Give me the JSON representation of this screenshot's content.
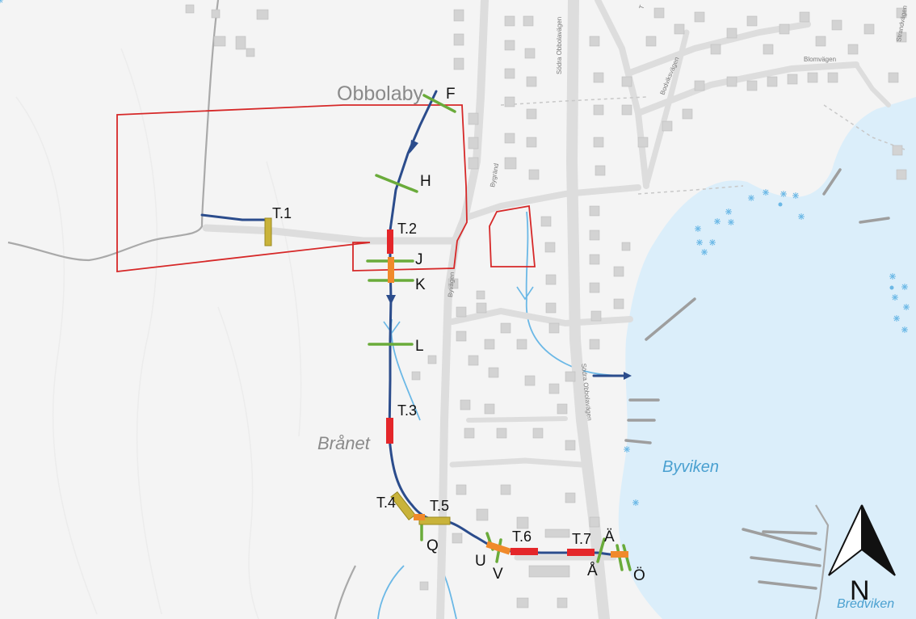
{
  "places": {
    "obbolaby": "Obbolaby",
    "branet": "Brånet",
    "byviken": "Byviken",
    "bredviken": "Bredviken"
  },
  "streets": {
    "sodra_obbolavagen_top": "Södra Obbolavägen",
    "sodra_obbolavagen_mid": "Södra Obbolavägen",
    "bygrand": "Bygränd",
    "byvagen": "Byvägen",
    "bodviksvagen": "Bodviksvägen",
    "blomvagen": "Blomvägen",
    "strandvagen": "Strandvägen",
    "t_top": "T"
  },
  "sections": {
    "F": "F",
    "H": "H",
    "J": "J",
    "K": "K",
    "L": "L",
    "Q": "Q",
    "U": "U",
    "V": "V",
    "AA": "Å",
    "AE": "Ä",
    "OE": "Ö"
  },
  "points": {
    "T1": "T.1",
    "T2": "T.2",
    "T3": "T.3",
    "T4": "T.4",
    "T5": "T.5",
    "T6": "T.6",
    "T7": "T.7"
  },
  "north_label": "N",
  "colors": {
    "land": "#f3f3f3",
    "road": "#dcdcdc",
    "building": "#d4d4d4",
    "water": "#dbeefa",
    "stream": "#6bb8e6",
    "route": "#2b4c8c",
    "boundary": "#d62828",
    "section_line": "#6aab3a",
    "point_red": "#e4262a",
    "point_yellow": "#c9b33a",
    "point_orange": "#f08a2b"
  }
}
